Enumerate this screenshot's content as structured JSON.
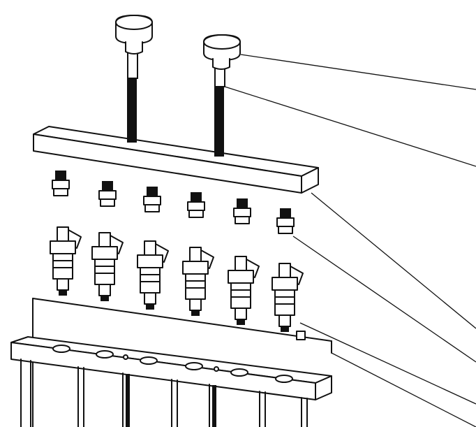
{
  "figure": {
    "kind": "exploded-assembly-illustration",
    "parts": {
      "knobs": 2,
      "mounting_bar": 1,
      "adapters": 6,
      "injectors": 6,
      "fuel_rail": 1
    },
    "callouts": 6,
    "colors": {
      "ink": "#111111",
      "paper": "#ffffff"
    }
  }
}
